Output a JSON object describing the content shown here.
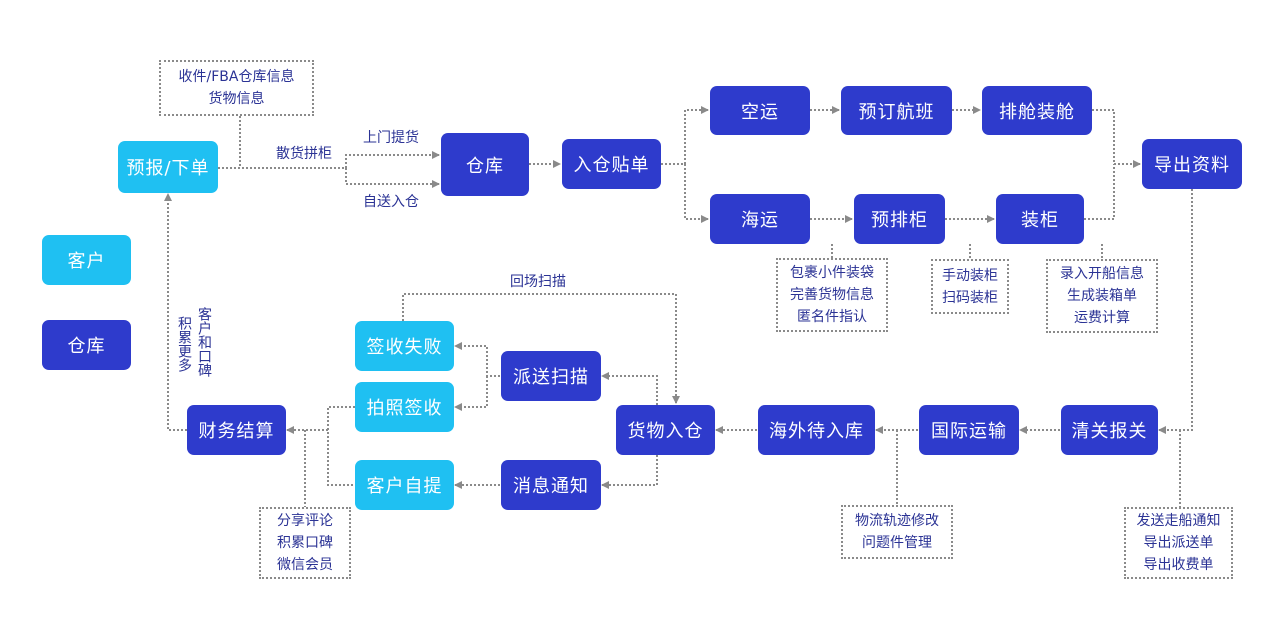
{
  "legend": {
    "customer": "客户",
    "warehouse": "仓库"
  },
  "nodes": {
    "order": "预报/下单",
    "warehouse": "仓库",
    "inbound_label": "入仓贴单",
    "air": "空运",
    "book_flight": "预订航班",
    "cabin_loading": "排舱装舱",
    "sea": "海运",
    "pre_container": "预排柜",
    "container_load": "装柜",
    "export_docs": "导出资料",
    "customs": "清关报关",
    "intl_transport": "国际运输",
    "overseas_pending": "海外待入库",
    "goods_inbound": "货物入仓",
    "dispatch_scan": "派送扫描",
    "msg_notify": "消息通知",
    "sign_fail": "签收失败",
    "photo_sign": "拍照签收",
    "self_pickup": "客户自提",
    "finance": "财务结算"
  },
  "notes": {
    "receiver": [
      "收件/FBA仓库信息",
      "货物信息"
    ],
    "sea_pack": [
      "包裹小件装袋",
      "完善货物信息",
      "匿名件指认"
    ],
    "manual_load": [
      "手动装柜",
      "扫码装柜"
    ],
    "export_info": [
      "录入开船信息",
      "生成装箱单",
      "运费计算"
    ],
    "customs_info": [
      "发送走船通知",
      "导出派送单",
      "导出收费单"
    ],
    "tracking": [
      "物流轨迹修改",
      "问题件管理"
    ],
    "reviews": [
      "分享评论",
      "积累口碑",
      "微信会员"
    ]
  },
  "edge_labels": {
    "lcl": "散货拼柜",
    "pickup": "上门提货",
    "self_send": "自送入仓",
    "return_scan": "回场扫描",
    "reputation_right": "客户和口碑",
    "reputation_left": "积累更多"
  },
  "colors": {
    "dark": "#2e3bcc",
    "light": "#1fc0f2",
    "text": "#2b3395",
    "line": "#8a8a8a"
  }
}
